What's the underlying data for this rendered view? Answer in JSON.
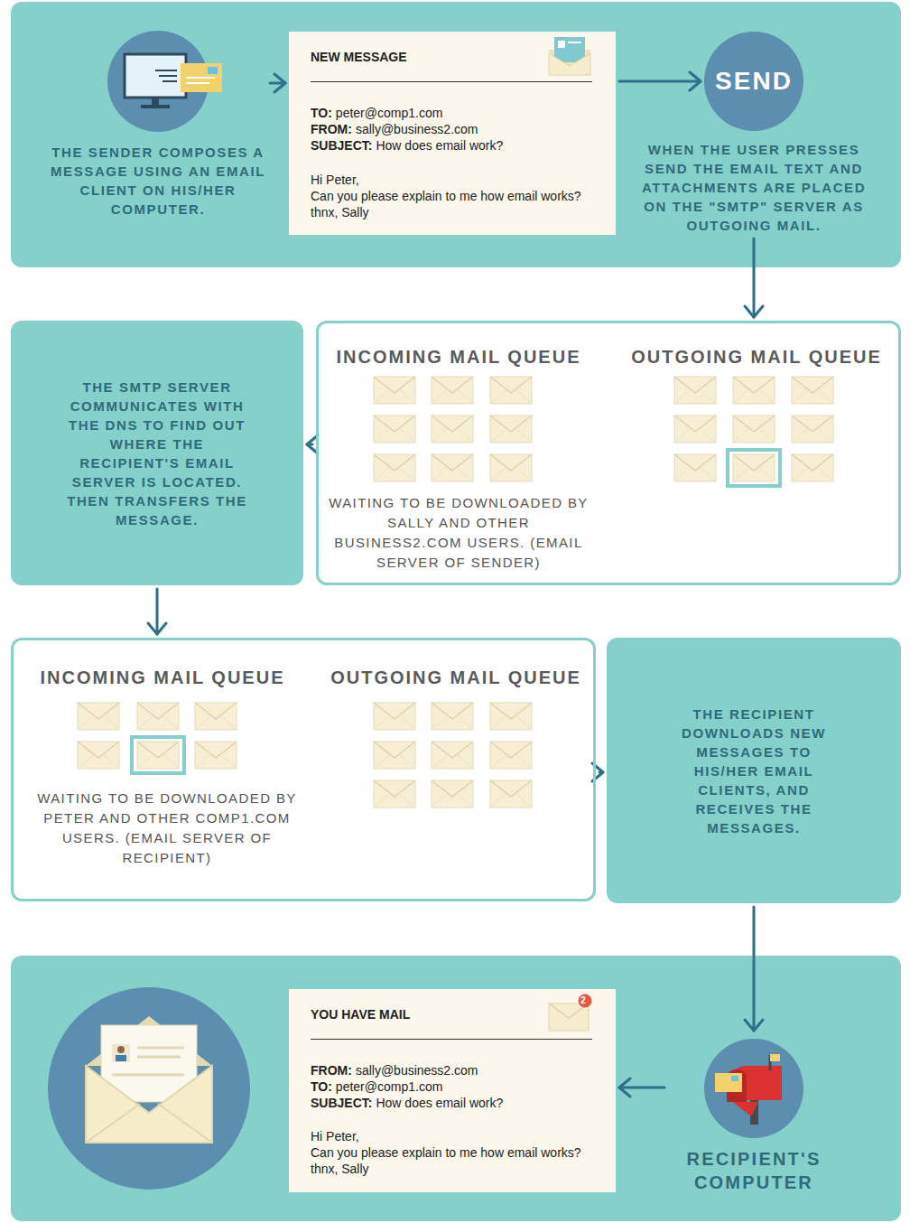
{
  "diagram": {
    "nodes": [
      {
        "text": [
          "THE SENDER COMPOSES A MESSAGE USING AN EMAIL CLIENT ON HIS/HER COMPUTER."
        ]
      },
      {
        "text": [
          "NEW MESSAGE",
          "TO:",
          "peter@comp1.com",
          "FROM:",
          "sally@business2.com",
          "SUBJECT:",
          "How does email work?",
          "Hi Peter,",
          "Can you please explain to me how email works?",
          "thnx, Sally"
        ]
      },
      {
        "text": [
          "SEND"
        ]
      },
      {
        "text": [
          "WHEN THE USER PRESSES SEND THE EMAIL TEXT AND ATTACHMENTS ARE PLACED ON THE \"SMTP\" SERVER AS OUTGOING MAIL."
        ]
      },
      {
        "text": [
          "THE SMTP SERVER COMMUNICATES WITH THE DNS TO FIND OUT WHERE THE RECIPIENT'S EMAIL SERVER IS LOCATED. THEN TRANSFERS THE MESSAGE."
        ]
      },
      {
        "text": [
          "INCOMING MAIL QUEUE",
          "WAITING TO BE DOWNLOADED BY SALLY AND OTHER BUSINESS2.COM USERS. (EMAIL SERVER OF SENDER)",
          "OUTGOING MAIL QUEUE"
        ]
      },
      {
        "text": [
          "INCOMING MAIL QUEUE",
          "WAITING TO BE DOWNLOADED BY PETER AND OTHER COMP1.COM USERS. (EMAIL SERVER OF RECIPIENT)",
          "OUTGOING MAIL QUEUE"
        ]
      },
      {
        "text": [
          "THE RECIPIENT DOWNLOADS NEW MESSAGES TO HIS/HER EMAIL CLIENTS, AND RECEIVES THE MESSAGES."
        ]
      },
      {
        "text": [
          "YOU HAVE MAIL",
          "2",
          "FROM:",
          "sally@business2.com",
          "TO:",
          "peter@comp1.com",
          "SUBJECT:",
          "How does email work?",
          "Hi Peter,",
          "Can you please explain to me how email works?",
          "thnx, Sally"
        ]
      },
      {
        "text": [
          "RECIPIENT'S COMPUTER"
        ]
      }
    ],
    "edges": [
      {
        "from": 0,
        "to": 1,
        "arrow": "to"
      },
      {
        "from": 1,
        "to": 2,
        "arrow": "to"
      },
      {
        "from": 3,
        "to": 5,
        "arrow": "to"
      },
      {
        "from": 5,
        "to": 4,
        "arrow": "to"
      },
      {
        "from": 4,
        "to": 6,
        "arrow": "to"
      },
      {
        "from": 6,
        "to": 7,
        "arrow": "to"
      },
      {
        "from": 7,
        "to": 9,
        "arrow": "to"
      },
      {
        "from": 9,
        "to": 8,
        "arrow": "to"
      }
    ]
  }
}
